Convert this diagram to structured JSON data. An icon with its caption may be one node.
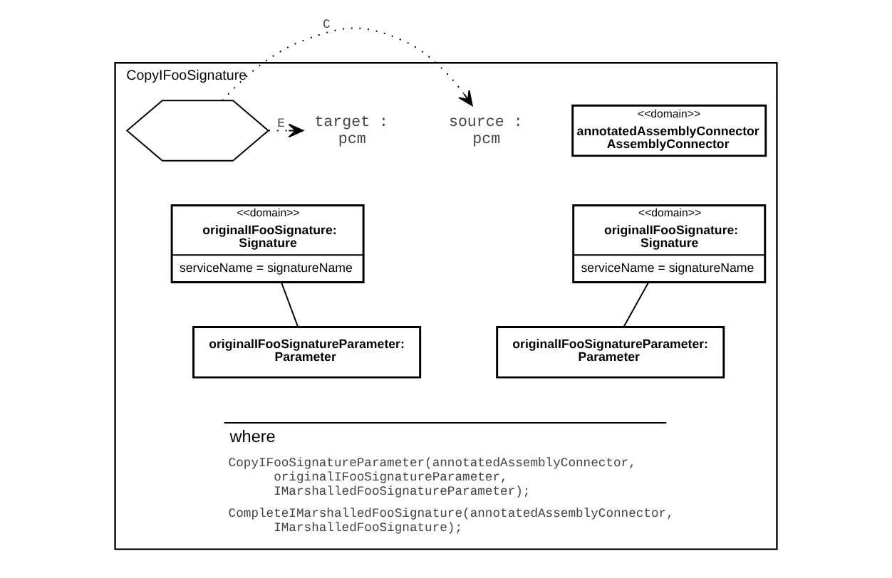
{
  "diagram": {
    "nodes": [
      {
        "text": [
          "CopyIFooSignature"
        ]
      },
      {
        "text": [
          "<<domain>>",
          "annotatedAssemblyConnector AssemblyConnector"
        ],
        "in": 0
      },
      {
        "text": [
          "source : pcm"
        ],
        "in": 0
      },
      {
        "text": [],
        "shape": "hexagon",
        "in": 0
      },
      {
        "text": [
          "target : pcm"
        ],
        "in": 0
      },
      {
        "text": [
          "<<domain>>",
          "originalIFooSignature: Signature",
          "serviceName = signatureName"
        ],
        "in": 0
      },
      {
        "text": [
          "originalIFooSignatureParameter: Parameter"
        ],
        "in": 0
      },
      {
        "text": [
          "<<domain>>",
          "originalIFooSignature: Signature",
          "serviceName = signatureName"
        ],
        "in": 0
      },
      {
        "text": [
          "originalIFooSignatureParameter: Parameter"
        ],
        "in": 0
      },
      {
        "text": [
          "where",
          "CopyIFooSignatureParameter(annotatedAssemblyConnector, originalIFooSignatureParameter, IMarshalledFooSignatureParameter);",
          "CompleteIMarshalledFooSignature(annotatedAssemblyConnector, IMarshalledFooSignature);"
        ],
        "in": 0
      }
    ],
    "edges": [
      {
        "from": 3,
        "to": 2,
        "arrow": "to",
        "label": "C",
        "style": "dashed"
      },
      {
        "from": 3,
        "to": 4,
        "arrow": "to",
        "label": "E",
        "style": "dashed"
      },
      {
        "from": 5,
        "to": 6,
        "arrow": "none"
      },
      {
        "from": 7,
        "to": 8,
        "arrow": "none"
      }
    ]
  }
}
